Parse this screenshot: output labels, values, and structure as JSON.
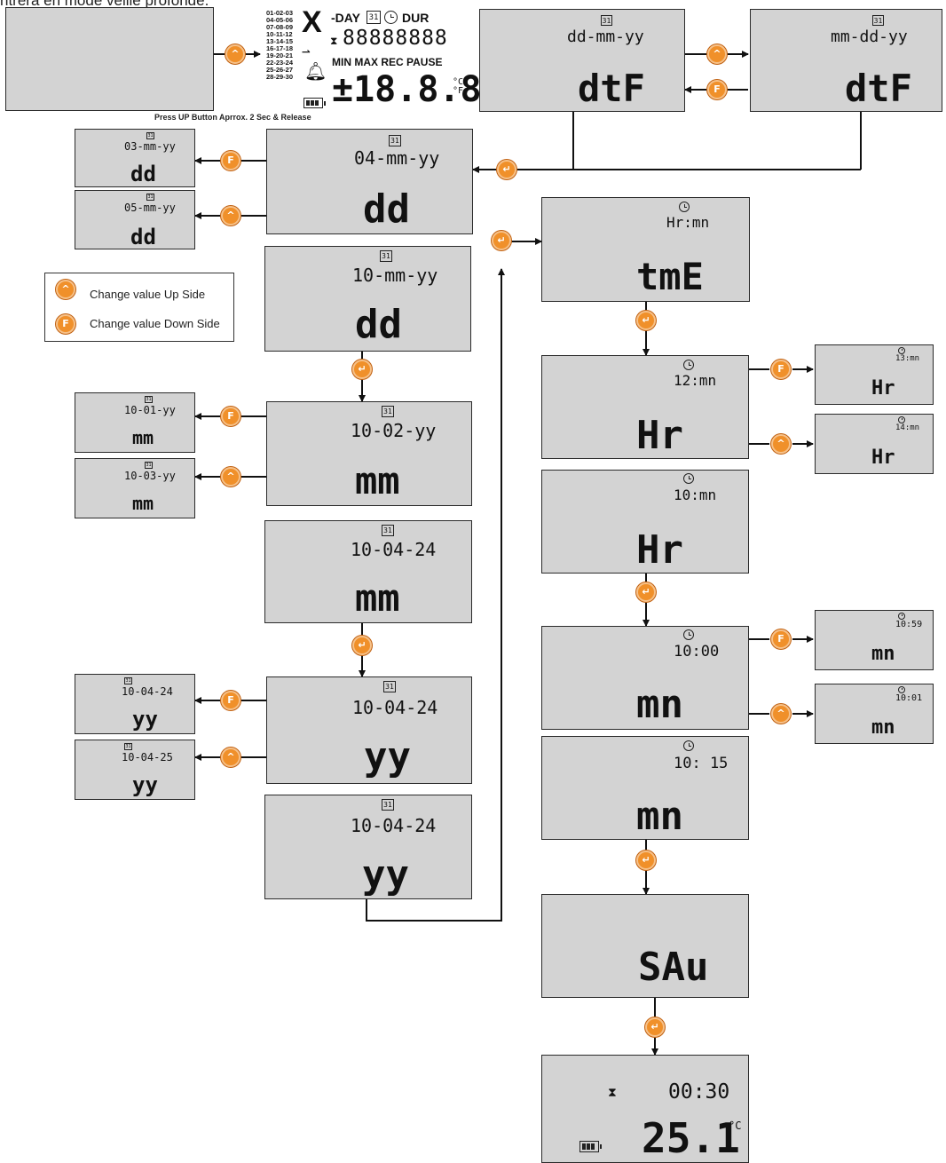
{
  "header_text": "ntrera en mode veille profonde.",
  "press_note": "Press UP Button Aprrox. 2 Sec & Release",
  "legend": {
    "up": "Change value Up Side",
    "down": "Change value Down Side"
  },
  "buttons": {
    "up": "^",
    "down": "F",
    "enter": "↵"
  },
  "all_segments": {
    "calendar_days": [
      "01-02-03",
      "04-05-06",
      "07-08-09",
      "10-11-12",
      "13-14-15",
      "16-17-18",
      "19-20-21",
      "22-23-24",
      "25-26-27",
      "28-29-30"
    ],
    "logo": "X",
    "row1": "-DAY",
    "row1_cal": "31",
    "row1_dur": "DUR",
    "row2_digits": "88888888",
    "row3": "MIN MAX REC PAUSE",
    "row4_digits": "±18.8.8",
    "units": "°C °F"
  },
  "date_format": {
    "dmy": {
      "cal": "31",
      "top": "dd-mm-yy",
      "main": "dtF"
    },
    "mdy": {
      "cal": "31",
      "top": "mm-dd-yy",
      "main": "dtF"
    }
  },
  "day": {
    "main": {
      "cal": "31",
      "top": "04-mm-yy",
      "main": "dd"
    },
    "down": {
      "cal": "31",
      "top": "03-mm-yy",
      "main": "dd"
    },
    "up": {
      "cal": "31",
      "top": "05-mm-yy",
      "main": "dd"
    },
    "final": {
      "cal": "31",
      "top": "10-mm-yy",
      "main": "dd"
    }
  },
  "month": {
    "main": {
      "cal": "31",
      "top": "10-02-yy",
      "main": "mm"
    },
    "down": {
      "cal": "31",
      "top": "10-01-yy",
      "main": "mm"
    },
    "up": {
      "cal": "31",
      "top": "10-03-yy",
      "main": "mm"
    },
    "final": {
      "cal": "31",
      "top": "10-04-24",
      "main": "mm"
    }
  },
  "year": {
    "main": {
      "cal": "31",
      "top": "10-04-24",
      "main": "yy"
    },
    "down": {
      "cal": "31",
      "top": "10-04-24",
      "main": "yy"
    },
    "up": {
      "cal": "31",
      "top": "10-04-25",
      "main": "yy"
    },
    "final": {
      "cal": "31",
      "top": "10-04-24",
      "main": "yy"
    }
  },
  "time": {
    "entry": {
      "top": "Hr:mn",
      "main": "tmE"
    },
    "hour_main": {
      "top": "12:mn",
      "main": "Hr"
    },
    "hour_down": {
      "top": "13:mn",
      "main": "Hr"
    },
    "hour_up": {
      "top": "14:mn",
      "main": "Hr"
    },
    "hour_final": {
      "top": "10:mn",
      "main": "Hr"
    },
    "min_main": {
      "top": "10:00",
      "main": "mn"
    },
    "min_down": {
      "top": "10:59",
      "main": "mn"
    },
    "min_up": {
      "top": "10:01",
      "main": "mn"
    },
    "min_final": {
      "top": "10: 15",
      "main": "mn"
    }
  },
  "save": {
    "main": "SAu"
  },
  "final_display": {
    "top": "00:30",
    "main": "25.1",
    "unit": "°C"
  }
}
